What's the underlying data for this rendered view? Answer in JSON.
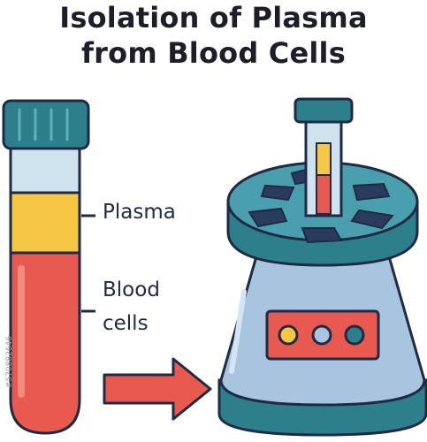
{
  "title": {
    "line1": "Isolation of Plasma",
    "line2": "from Blood Cells"
  },
  "labels": {
    "plasma": "Plasma",
    "blood_line1": "Blood",
    "blood_line2": "cells"
  },
  "watermark": "#570882646",
  "colors": {
    "outline": "#1f2a44",
    "cap_teal": "#2e7f8c",
    "plasma_yellow": "#f6c744",
    "blood_red": "#e85a4f",
    "clear_blue": "#cfe3ef",
    "centrifuge_body": "#a9c4df",
    "arrow_red": "#e85a4f"
  },
  "icons": {
    "tube": "test-tube-icon",
    "centrifuge": "centrifuge-icon",
    "arrow": "right-arrow-icon"
  }
}
